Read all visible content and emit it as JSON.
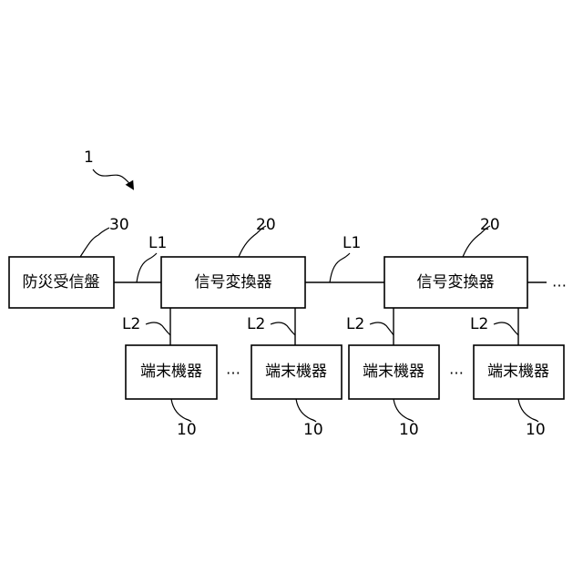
{
  "system_ref": "1",
  "panel": {
    "label": "防災受信盤",
    "ref": "30"
  },
  "converters": [
    {
      "label": "信号変換器",
      "ref": "20"
    },
    {
      "label": "信号変換器",
      "ref": "20"
    }
  ],
  "line_labels": {
    "l1": "L1",
    "l2": "L2"
  },
  "terminals": [
    {
      "label": "端末機器",
      "ref": "10"
    },
    {
      "label": "端末機器",
      "ref": "10"
    },
    {
      "label": "端末機器",
      "ref": "10"
    },
    {
      "label": "端末機器",
      "ref": "10"
    }
  ],
  "ellipsis": "…",
  "trailing_ellipsis": "…"
}
